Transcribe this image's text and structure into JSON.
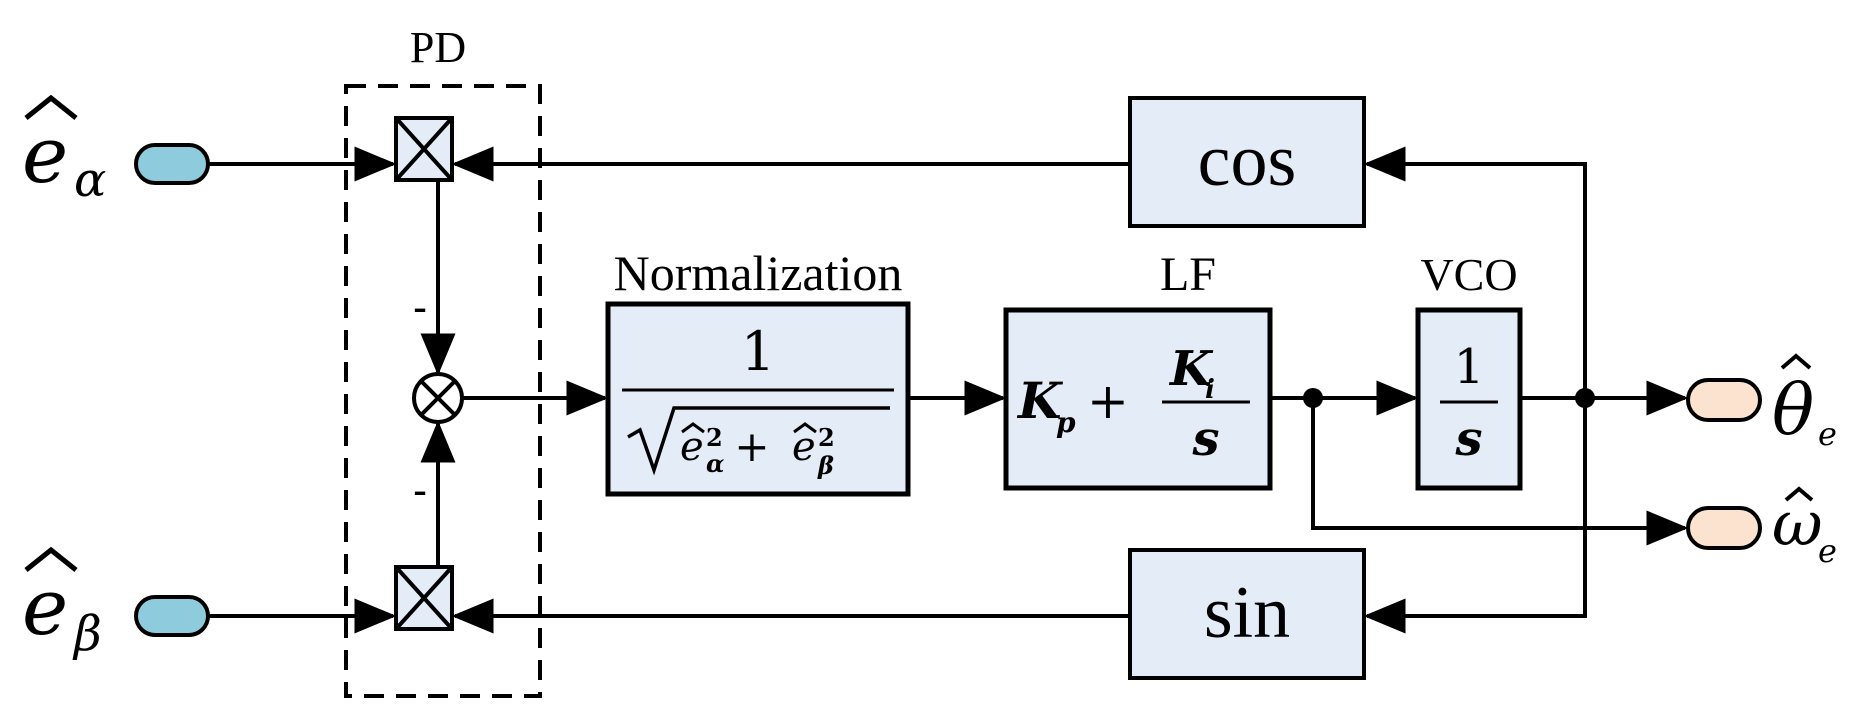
{
  "colors": {
    "block_fill": "#e4ecf7",
    "input_port_fill": "#8ecbdc",
    "output_port_fill": "#fbe3cf",
    "stroke": "#000000"
  },
  "labels": {
    "pd": "PD",
    "normalization": "Normalization",
    "lf": "LF",
    "vco": "VCO"
  },
  "inputs": {
    "e_alpha": {
      "main": "e",
      "sub": "α"
    },
    "e_beta": {
      "main": "e",
      "sub": "β"
    }
  },
  "outputs": {
    "theta": {
      "main": "θ",
      "sub": "e"
    },
    "omega": {
      "main": "ω",
      "sub": "e"
    }
  },
  "blocks": {
    "cos": "cos",
    "sin": "sin",
    "normalization": {
      "numerator": "1",
      "radicand_term1": {
        "main": "e",
        "sub": "α",
        "sup": "2"
      },
      "plus": "+",
      "radicand_term2": {
        "main": "e",
        "sub": "β",
        "sup": "2"
      }
    },
    "lf": {
      "kp": "K",
      "kp_sub": "p",
      "plus": "+",
      "ki": "K",
      "ki_sub": "i",
      "s": "s"
    },
    "vco": {
      "numerator": "1",
      "denominator": "s"
    }
  },
  "signs": {
    "top": "-",
    "bottom": "-"
  },
  "icons": {
    "multiplier": "multiplier-icon",
    "summing_junction": "summing-junction-icon",
    "input_port": "input-port-icon",
    "output_port": "output-port-icon"
  }
}
